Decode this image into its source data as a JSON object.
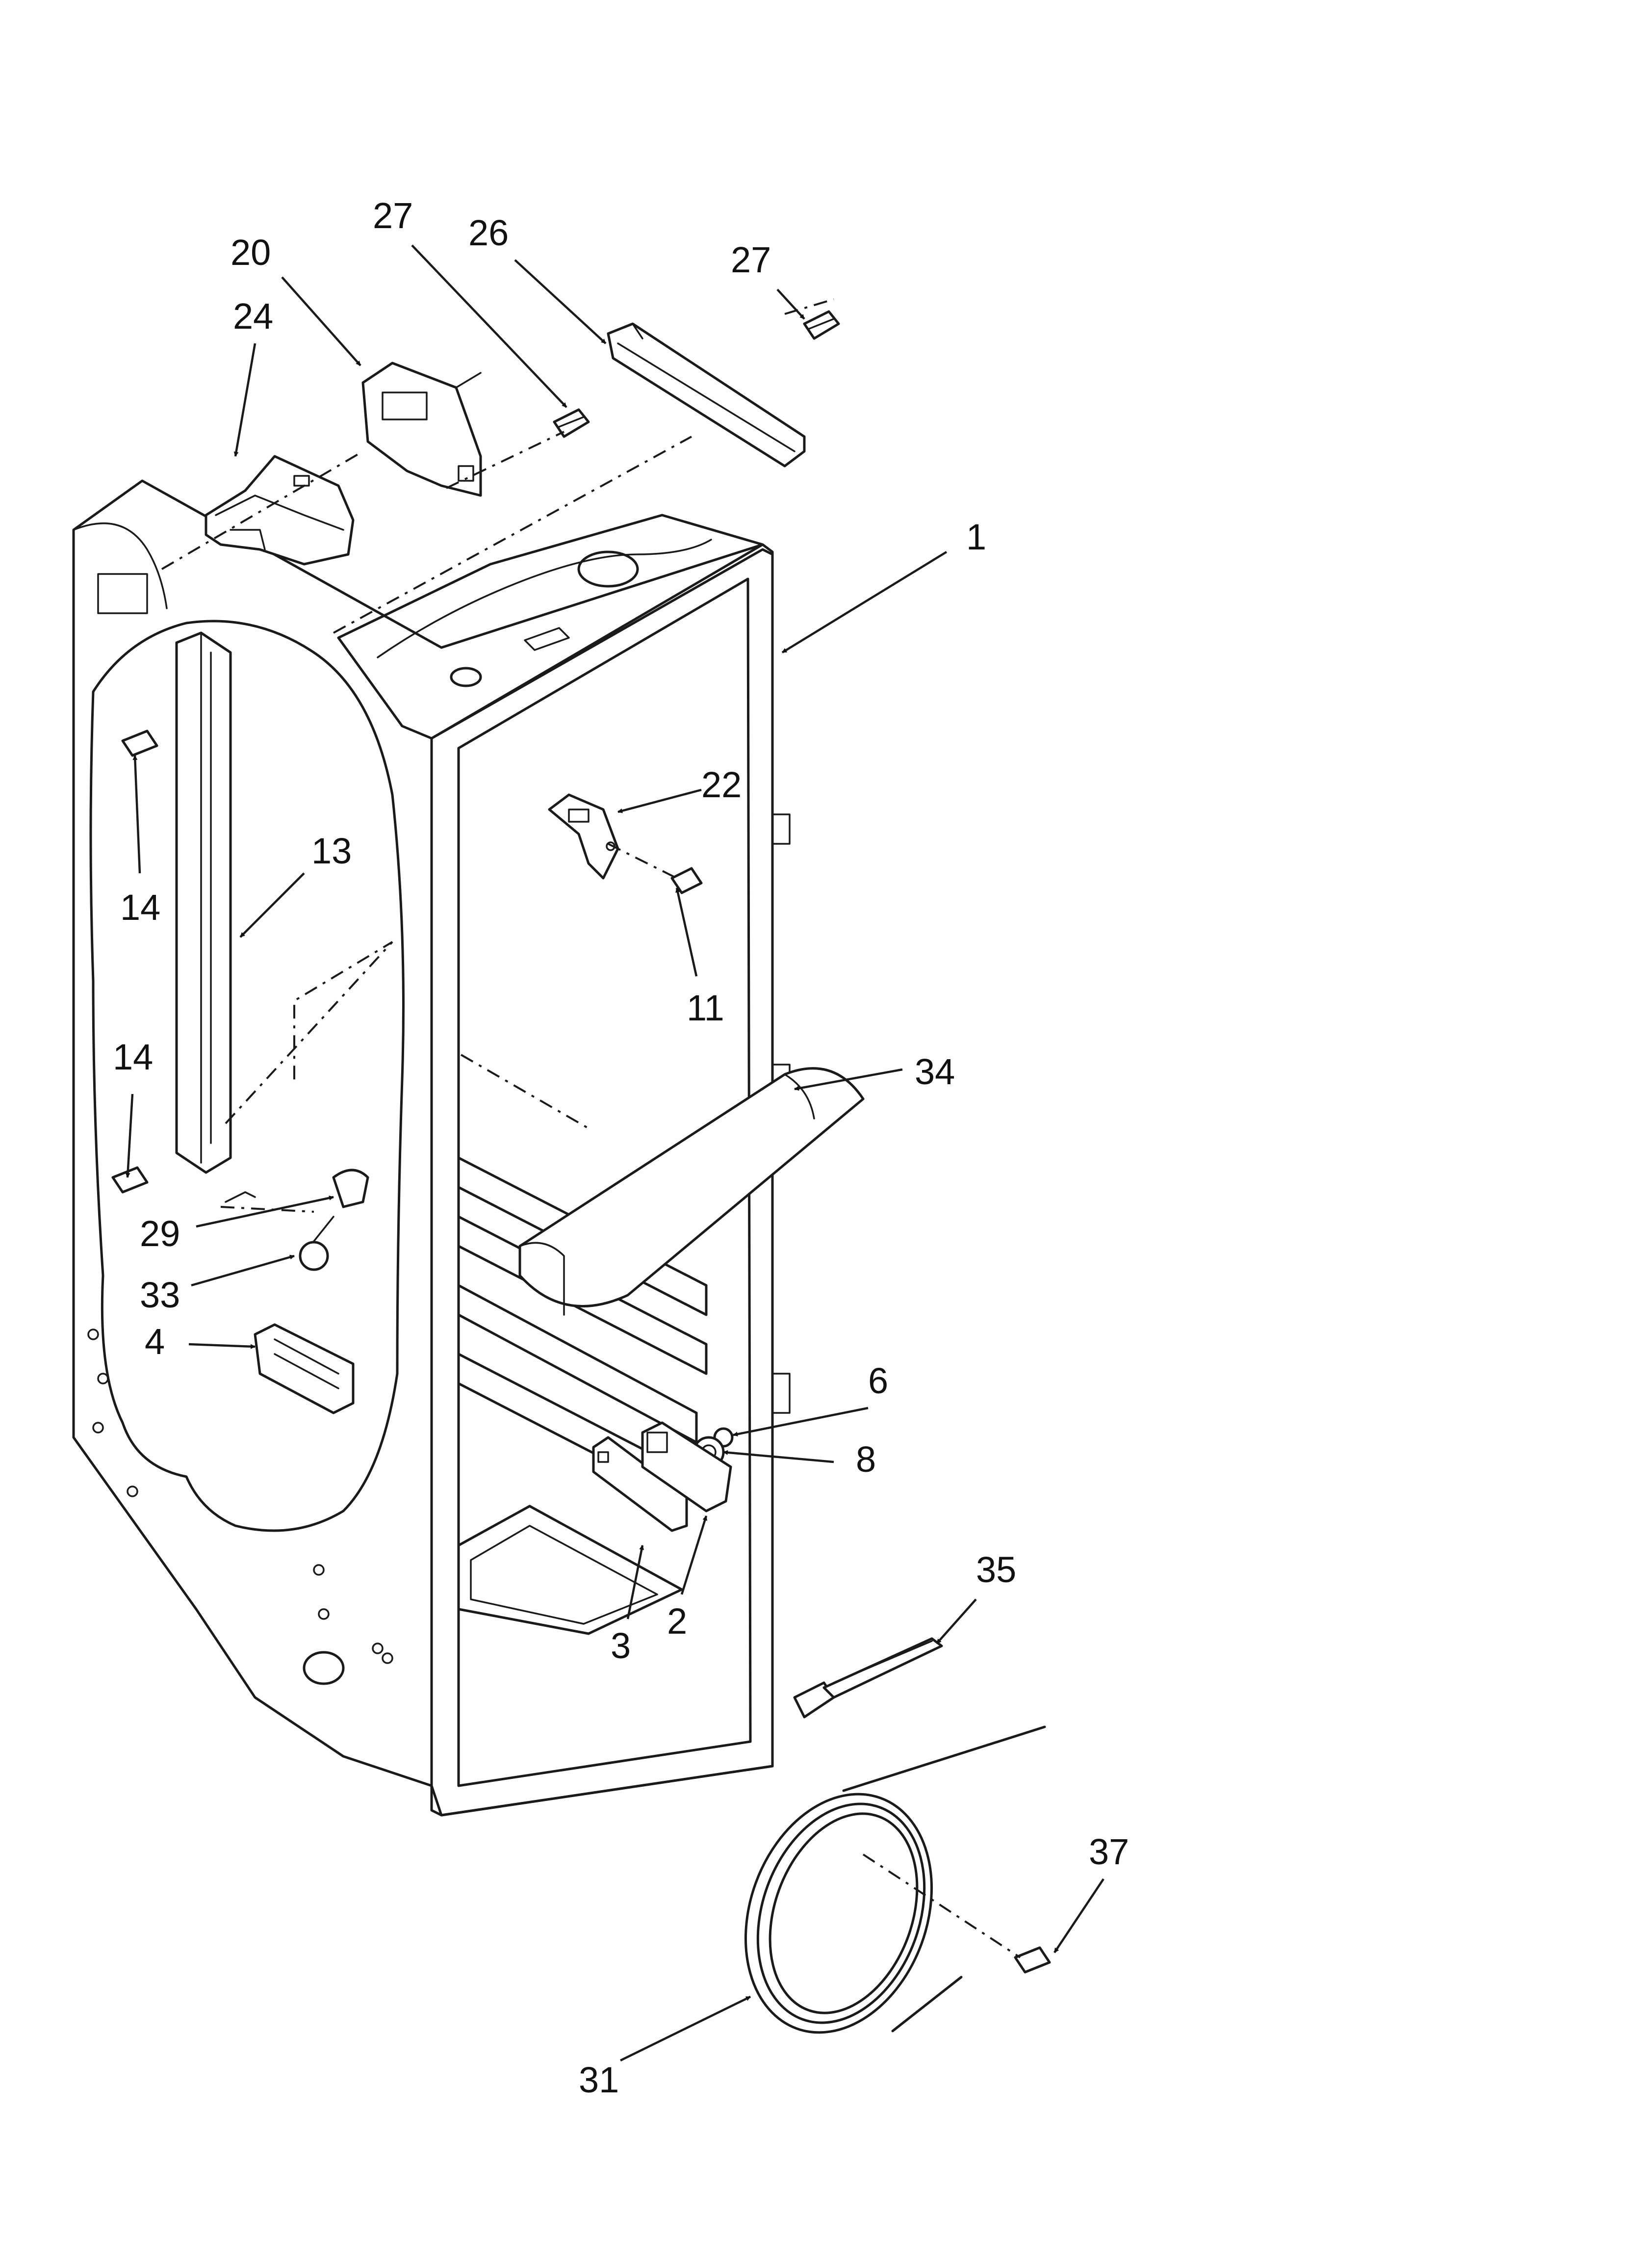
{
  "callouts": [
    {
      "id": "1",
      "text": "1"
    },
    {
      "id": "2",
      "text": "2"
    },
    {
      "id": "3",
      "text": "3"
    },
    {
      "id": "4",
      "text": "4"
    },
    {
      "id": "6",
      "text": "6"
    },
    {
      "id": "8",
      "text": "8"
    },
    {
      "id": "11",
      "text": "11"
    },
    {
      "id": "13",
      "text": "13"
    },
    {
      "id": "14a",
      "text": "14"
    },
    {
      "id": "14b",
      "text": "14"
    },
    {
      "id": "20",
      "text": "20"
    },
    {
      "id": "22",
      "text": "22"
    },
    {
      "id": "24",
      "text": "24"
    },
    {
      "id": "26",
      "text": "26"
    },
    {
      "id": "27a",
      "text": "27"
    },
    {
      "id": "27b",
      "text": "27"
    },
    {
      "id": "29",
      "text": "29"
    },
    {
      "id": "31",
      "text": "31"
    },
    {
      "id": "33",
      "text": "33"
    },
    {
      "id": "34",
      "text": "34"
    },
    {
      "id": "35",
      "text": "35"
    },
    {
      "id": "37",
      "text": "37"
    }
  ]
}
